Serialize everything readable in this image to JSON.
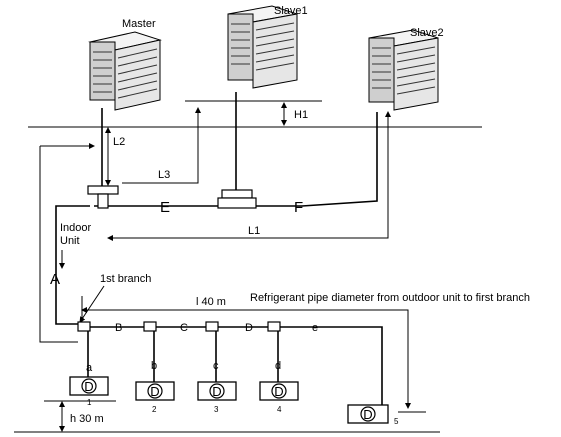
{
  "outdoor_units": {
    "master": "Master",
    "slave1": "Slave1",
    "slave2": "Slave2"
  },
  "pipe_labels": {
    "L2": "L2",
    "L3": "L3",
    "L1": "L1",
    "H1": "H1",
    "E": "E",
    "F": "F",
    "A": "A",
    "B": "B",
    "C": "C",
    "D": "D",
    "e": "e",
    "a": "a",
    "b": "b",
    "c": "c",
    "d": "d"
  },
  "annotations": {
    "indoor_unit": [
      "Indoor",
      "Unit"
    ],
    "first_branch": "1st branch",
    "l_40": "l 40 m",
    "refrigerant_note": "Refrigerant pipe diameter from outdoor unit to first branch",
    "h_30": "h 30 m"
  },
  "indoor_units": {
    "symbol": "D",
    "numbers": [
      "1",
      "2",
      "3",
      "4",
      "5"
    ]
  }
}
